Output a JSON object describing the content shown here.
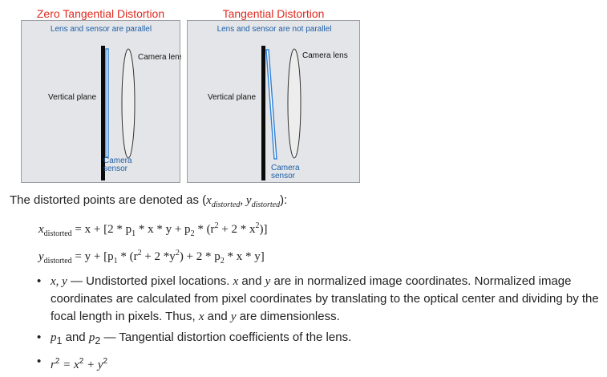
{
  "figure": {
    "left": {
      "title": "Zero Tangential Distortion",
      "subtitle": "Lens and sensor are parallel",
      "camera_lens_label": "Camera lens",
      "vertical_plane_label": "Vertical plane",
      "sensor_label_line1": "Camera",
      "sensor_label_line2": "sensor"
    },
    "right": {
      "title": "Tangential Distortion",
      "subtitle": "Lens and sensor are not parallel",
      "camera_lens_label": "Camera lens",
      "vertical_plane_label": "Vertical plane",
      "sensor_label_line1": "Camera",
      "sensor_label_line2": "sensor"
    },
    "colors": {
      "title": "#e02a1f",
      "subtitle": "#1f5fa8",
      "sensor": "#2d7fd6",
      "panel_bg": "#e3e5e8"
    }
  },
  "intro": {
    "text": "The distorted points are denoted as (",
    "x": "x",
    "y": "y",
    "sub": "distorted",
    "comma": ", ",
    "close": "):"
  },
  "equations": {
    "x_lhs": "x",
    "x_sub": "distorted",
    "x_rhs_1": " = x + [2 * p",
    "x_rhs_2": " * x * y + p",
    "x_rhs_3": " * (r",
    "x_rhs_4": " + 2 * x",
    "x_rhs_5": ")]",
    "y_lhs": "y",
    "y_sub": "distorted",
    "y_rhs_1": " = y + [p",
    "y_rhs_2": " * (r",
    "y_rhs_3": " + 2 *y",
    "y_rhs_4": ") + 2 * p",
    "y_rhs_5": " * x * y]",
    "one": "1",
    "two": "2"
  },
  "bullets": {
    "b1_vars": "x, y",
    "b1_text1": " — Undistorted pixel locations. ",
    "b1_x": "x",
    "b1_and": " and ",
    "b1_y": "y",
    "b1_text2": " are in normalized image coordinates. Normalized image coordinates are calculated from pixel coordinates by translating to the optical center and dividing by the focal length in pixels. Thus, ",
    "b1_x2": "x",
    "b1_and2": " and ",
    "b1_y2": "y",
    "b1_text3": " are dimensionless.",
    "b2_p": "p",
    "b2_one": "1",
    "b2_and": " and ",
    "b2_two": "2",
    "b2_text": " — Tangential distortion coefficients of the lens.",
    "b3_r": "r",
    "b3_eq": " = x",
    "b3_plus": " + y",
    "b3_two": "2",
    "bullet_char": "•"
  }
}
